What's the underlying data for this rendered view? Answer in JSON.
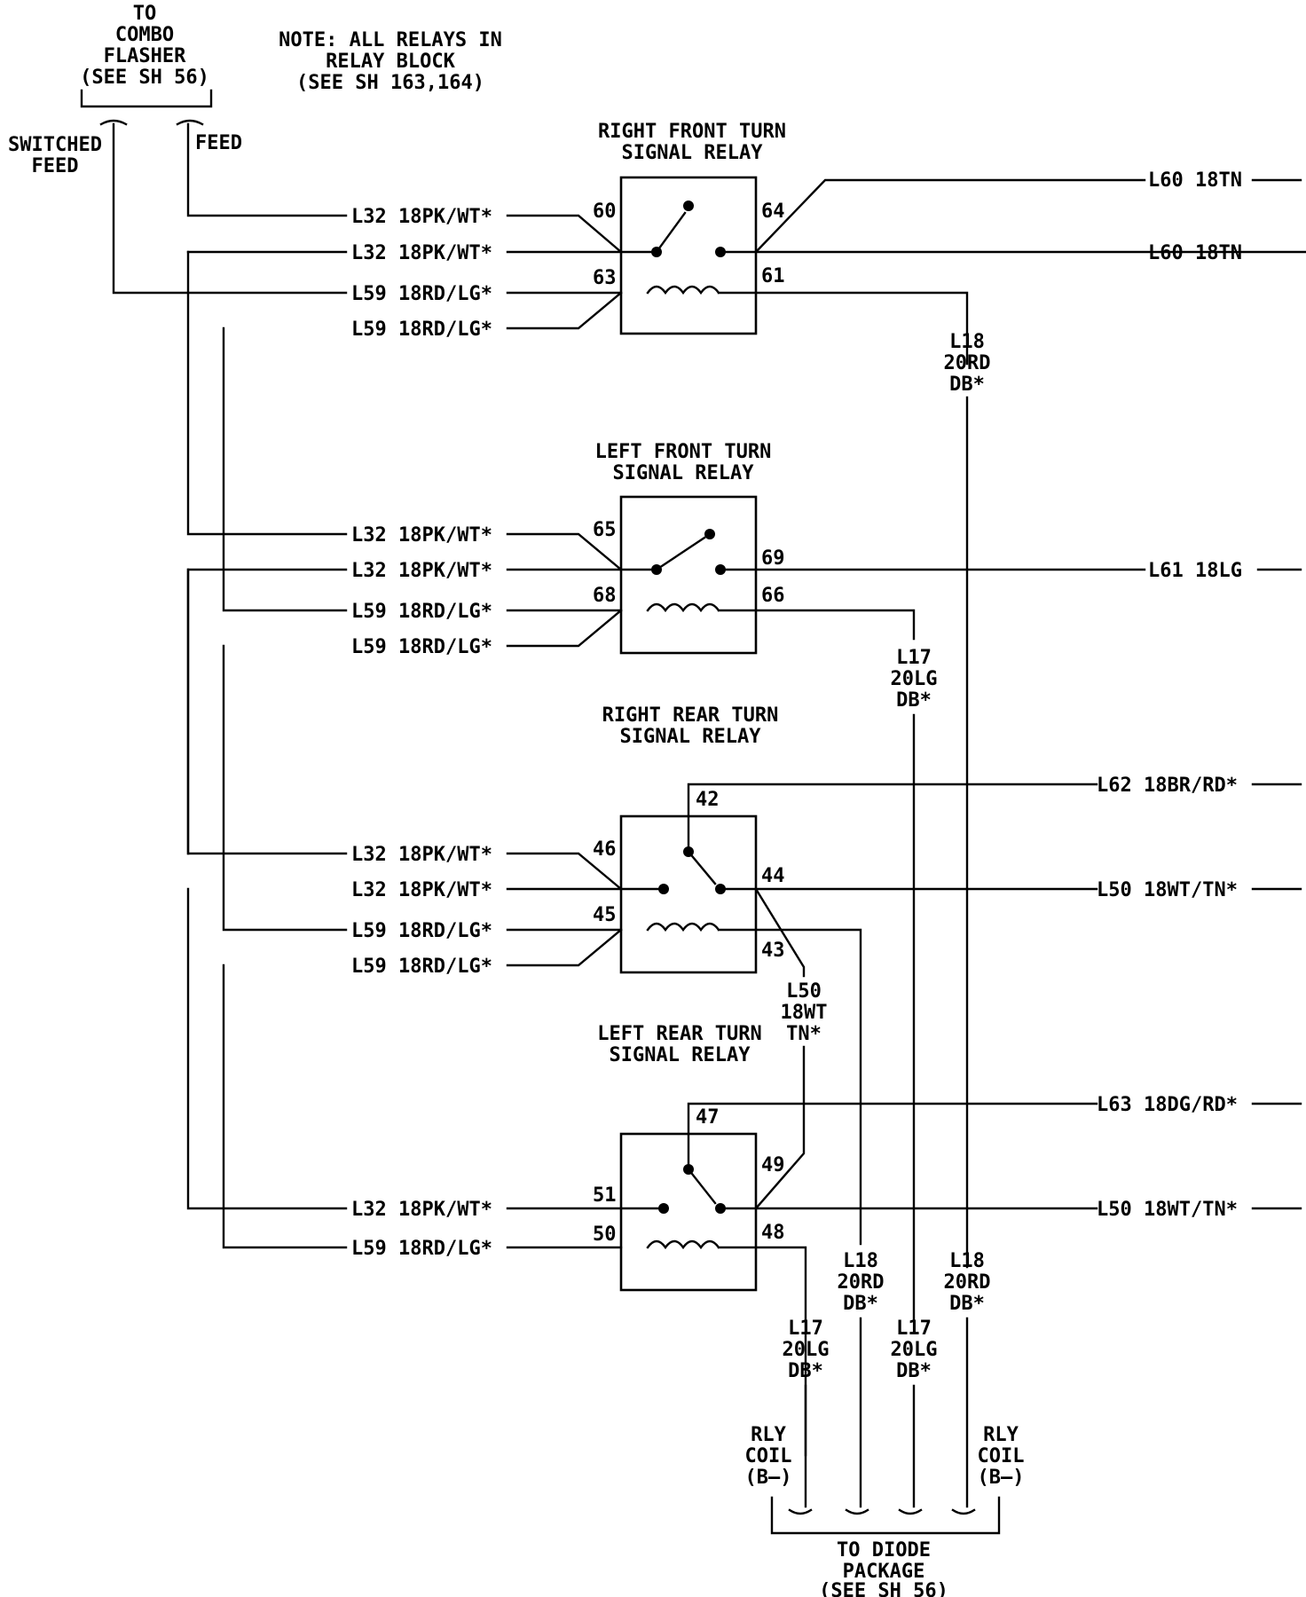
{
  "header": {
    "flasher": [
      "TO",
      "COMBO",
      "FLASHER",
      "(SEE SH 56)"
    ],
    "note": [
      "NOTE: ALL RELAYS IN",
      "RELAY BLOCK",
      "(SEE SH 163,164)"
    ],
    "switched_feed": [
      "SWITCHED",
      "FEED"
    ],
    "feed": "FEED"
  },
  "relays": [
    {
      "title": [
        "RIGHT FRONT TURN",
        "SIGNAL RELAY"
      ],
      "pins": [
        "60",
        "63",
        "64",
        "61"
      ],
      "wires": [
        "L32 18PK/WT*",
        "L32 18PK/WT*",
        "L59 18RD/LG*",
        "L59 18RD/LG*"
      ],
      "outputs": [
        "L60 18TN",
        "L60 18TN"
      ]
    },
    {
      "title": [
        "LEFT FRONT TURN",
        "SIGNAL RELAY"
      ],
      "pins": [
        "65",
        "68",
        "69",
        "66"
      ],
      "wires": [
        "L32 18PK/WT*",
        "L32 18PK/WT*",
        "L59 18RD/LG*",
        "L59 18RD/LG*"
      ],
      "outputs": [
        "L61 18LG"
      ]
    },
    {
      "title": [
        "RIGHT REAR TURN",
        "SIGNAL RELAY"
      ],
      "pins": [
        "46",
        "45",
        "42",
        "44",
        "43"
      ],
      "wires": [
        "L32 18PK/WT*",
        "L32 18PK/WT*",
        "L59 18RD/LG*",
        "L59 18RD/LG*"
      ],
      "outputs": [
        "L62 18BR/RD*",
        "L50 18WT/TN*"
      ]
    },
    {
      "title": [
        "LEFT REAR TURN",
        "SIGNAL RELAY"
      ],
      "pins": [
        "51",
        "50",
        "47",
        "49",
        "48"
      ],
      "wires": [
        "L32 18PK/WT*",
        "L59 18RD/LG*"
      ],
      "outputs": [
        "L63 18DG/RD*",
        "L50 18WT/TN*"
      ]
    }
  ],
  "vertical_labels": {
    "l18_top": [
      "L18",
      "20RD",
      "DB*"
    ],
    "l17_mid": [
      "L17",
      "20LG",
      "DB*"
    ],
    "l50_mid": [
      "L50",
      "18WT",
      "TN*"
    ],
    "l18_a": [
      "L18",
      "20RD",
      "DB*"
    ],
    "l18_b": [
      "L18",
      "20RD",
      "DB*"
    ],
    "l17_a": [
      "L17",
      "20LG",
      "DB*"
    ],
    "l17_b": [
      "L17",
      "20LG",
      "DB*"
    ]
  },
  "bottom": {
    "rly_coil": [
      "RLY",
      "COIL",
      "(B—)"
    ],
    "diode": [
      "TO DIODE",
      "PACKAGE",
      "(SEE SH 56)"
    ]
  }
}
